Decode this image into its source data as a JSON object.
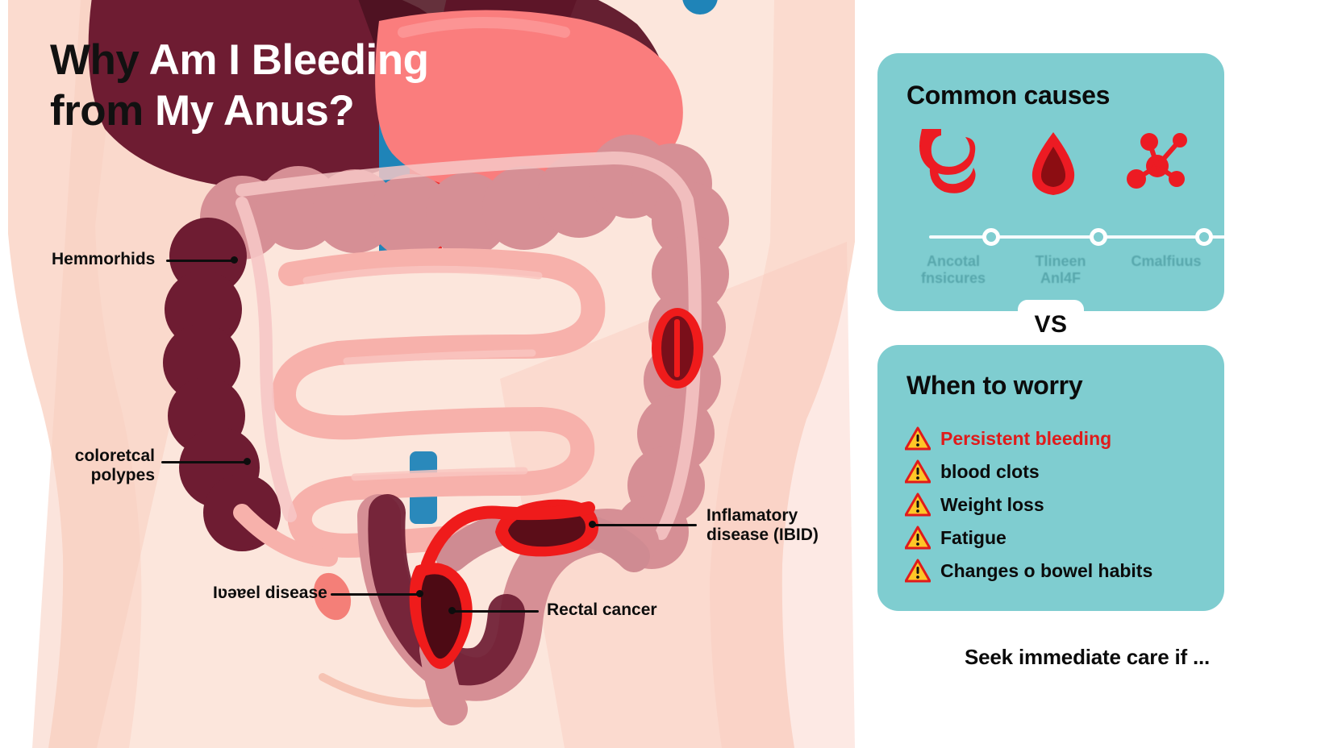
{
  "title": {
    "line1_dark": "Why",
    "line1_light": "Am I Bleeding",
    "line2_dark": "from",
    "line2_light": "My Anus?",
    "full": "Why Am I Bleeding from My Anus?"
  },
  "anatomy_labels": [
    {
      "id": "hemorrhoids",
      "text": "Hemmorhids"
    },
    {
      "id": "colorectal-polyps",
      "text": "coloretcal\npolypes"
    },
    {
      "id": "bowel-disease",
      "text": "Iʋəɐel disease"
    },
    {
      "id": "inflammatory-disease",
      "text": "Inflamatory\ndisease (IBID)"
    },
    {
      "id": "rectal-cancer",
      "text": "Rectal cancer"
    }
  ],
  "causes_card": {
    "title": "Common causes",
    "icons": [
      {
        "name": "stomach-organ-icon"
      },
      {
        "name": "blood-drop-icon"
      },
      {
        "name": "polyp-cluster-icon"
      }
    ],
    "labels": [
      "Ancotal\nfnsicures",
      "Tlineen\nAnl4F",
      "Cmalfiuus"
    ]
  },
  "vs_badge": "VS",
  "worry_card": {
    "title": "When to worry",
    "items": [
      {
        "text": "Persistent bleeding",
        "alert": true
      },
      {
        "text": "blood clots",
        "alert": false
      },
      {
        "text": "Weight loss",
        "alert": false
      },
      {
        "text": "Fatigue",
        "alert": false
      },
      {
        "text": "Changes o bowel habits",
        "alert": false
      }
    ]
  },
  "footer": "Seek immediate care if ...",
  "colors": {
    "card_teal": "#7fcdd0",
    "alert_red": "#e01b1b",
    "warning_yellow": "#ffc627",
    "body_skin": "#f9d7cb",
    "liver_dark": "#6e1c32",
    "colon_rose": "#d08c92",
    "stomach_coral": "#fa7d7d",
    "intestine_pink": "#f5a6a6",
    "bright_red": "#ef1b1b"
  }
}
